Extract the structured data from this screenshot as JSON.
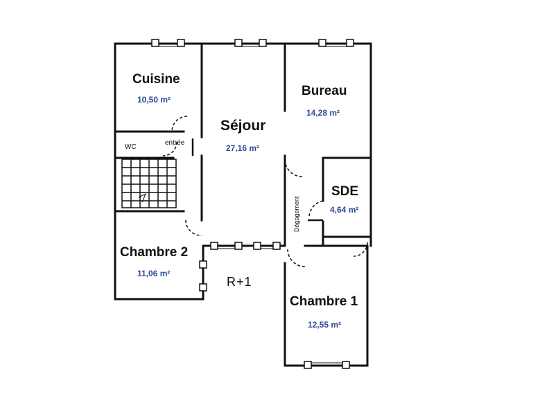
{
  "plan": {
    "floor_label": "R+1",
    "rooms": [
      {
        "key": "cuisine",
        "name": "Cuisine",
        "area": "10,50 m²"
      },
      {
        "key": "sejour",
        "name": "Séjour",
        "area": "27,16 m²"
      },
      {
        "key": "bureau",
        "name": "Bureau",
        "area": "14,28 m²"
      },
      {
        "key": "sde",
        "name": "SDE",
        "area": "4,64 m²"
      },
      {
        "key": "chambre2",
        "name": "Chambre 2",
        "area": "11,06 m²"
      },
      {
        "key": "chambre1",
        "name": "Chambre 1",
        "area": "12,55 m²"
      }
    ],
    "labels": {
      "wc": "WC",
      "entree": "entrée",
      "degagement": "Dégagement"
    },
    "colors": {
      "wall": "#111111",
      "area_text": "#2f4a9a"
    }
  }
}
